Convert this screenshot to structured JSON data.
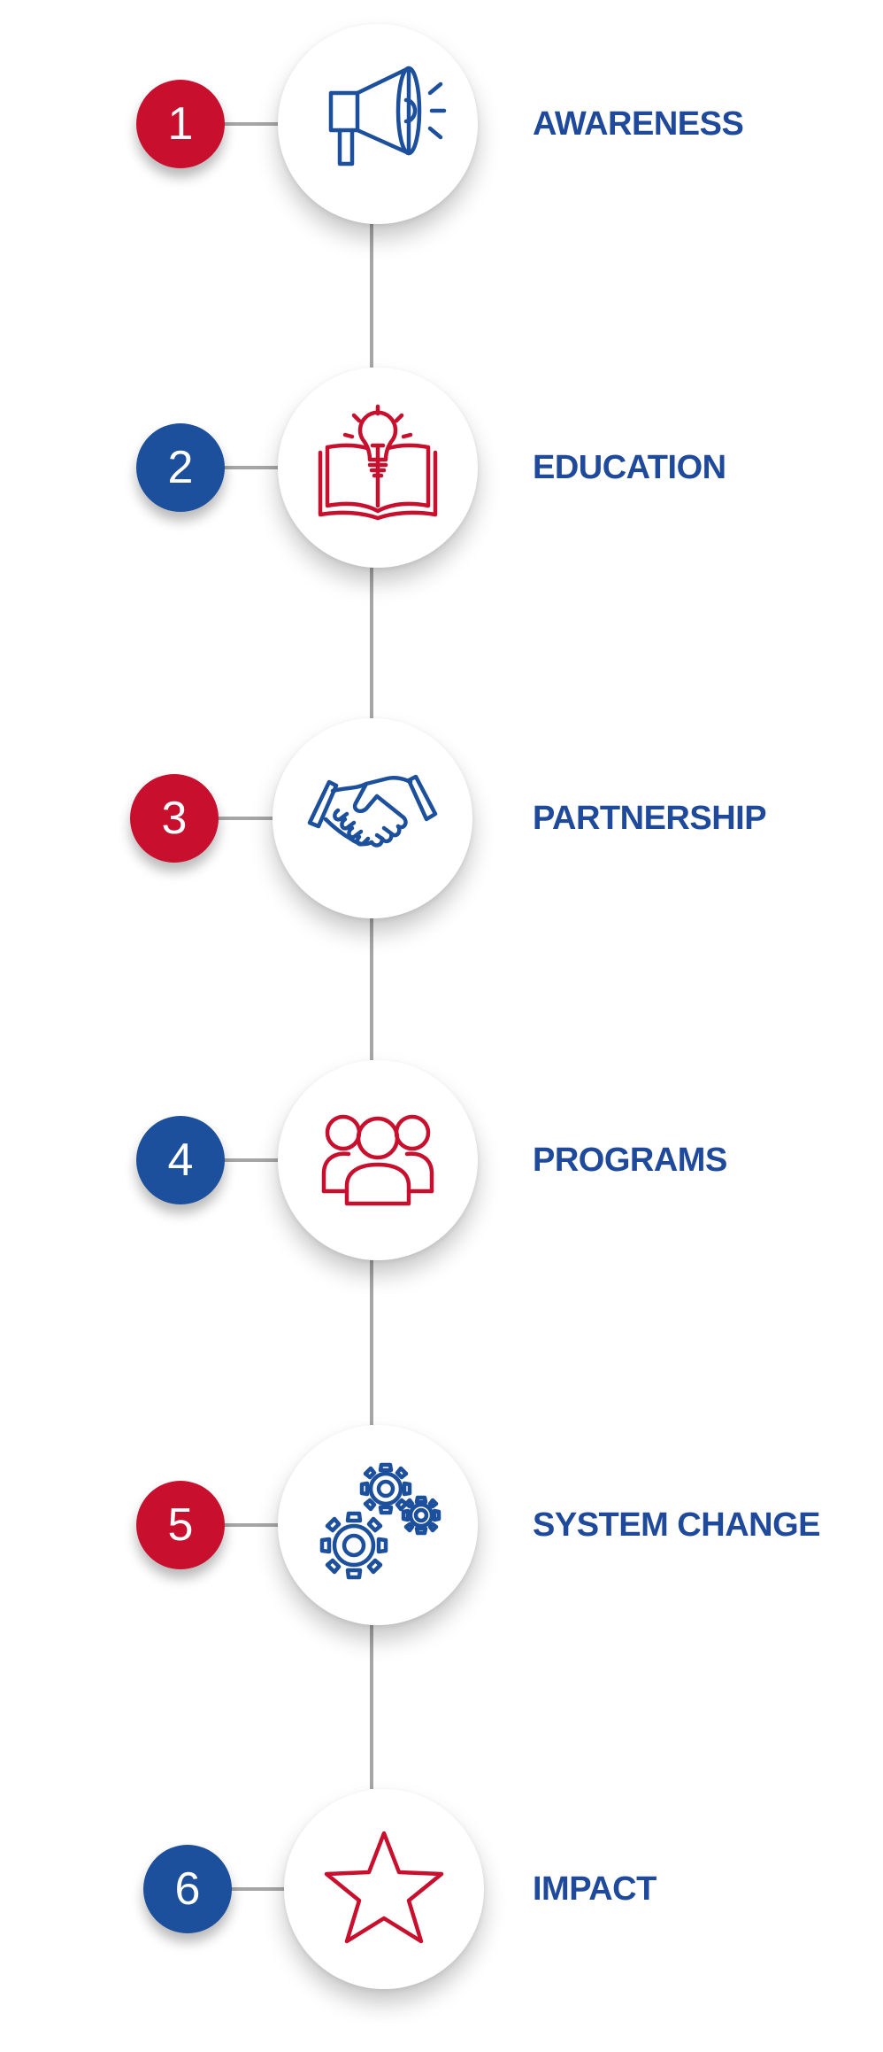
{
  "colors": {
    "red": "#c8102e",
    "blue": "#1c4f9c",
    "label": "#1f4a9c",
    "connector": "#a6a6a6"
  },
  "steps": [
    {
      "number": "1",
      "label": "AWARENESS",
      "badge_color": "red",
      "icon": "megaphone-icon",
      "icon_color": "blue"
    },
    {
      "number": "2",
      "label": "EDUCATION",
      "badge_color": "blue",
      "icon": "book-lightbulb-icon",
      "icon_color": "red"
    },
    {
      "number": "3",
      "label": "PARTNERSHIP",
      "badge_color": "red",
      "icon": "handshake-icon",
      "icon_color": "blue"
    },
    {
      "number": "4",
      "label": "PROGRAMS",
      "badge_color": "blue",
      "icon": "people-group-icon",
      "icon_color": "red"
    },
    {
      "number": "5",
      "label": "SYSTEM CHANGE",
      "badge_color": "red",
      "icon": "gears-icon",
      "icon_color": "blue"
    },
    {
      "number": "6",
      "label": "IMPACT",
      "badge_color": "blue",
      "icon": "star-icon",
      "icon_color": "red"
    }
  ]
}
